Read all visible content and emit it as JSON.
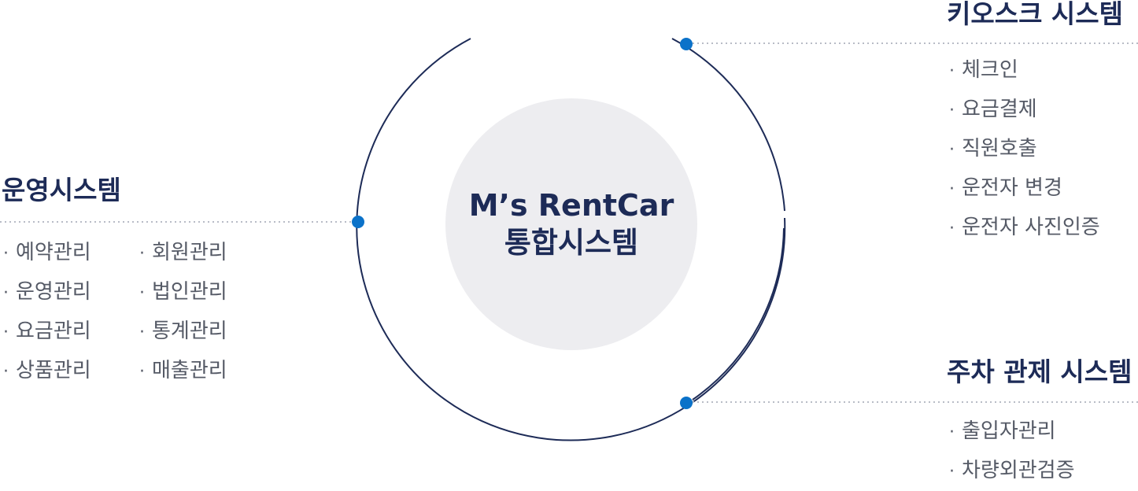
{
  "center": {
    "title": "M’s RentCar",
    "subtitle": "통합시스템"
  },
  "operation": {
    "title": "운영시스템",
    "left_items": [
      "예약관리",
      "운영관리",
      "요금관리",
      "상품관리"
    ],
    "right_items": [
      "회원관리",
      "법인관리",
      "통계관리",
      "매출관리"
    ]
  },
  "kiosk": {
    "title": "키오스크 시스템",
    "items": [
      "체크인",
      "요금결제",
      "직원호출",
      "운전자 변경",
      "운전자 사진인증"
    ]
  },
  "parking": {
    "title": "주차 관제 시스템",
    "items": [
      "출입자관리",
      "차량외관검증"
    ]
  },
  "bullet": "·",
  "colors": {
    "ring": "#1d2b57",
    "node": "#0b72c9",
    "dotted_line": "#b8bcc6",
    "center_fill": "#ededf0",
    "heading": "#1d2b57",
    "item_text": "#555a66"
  }
}
